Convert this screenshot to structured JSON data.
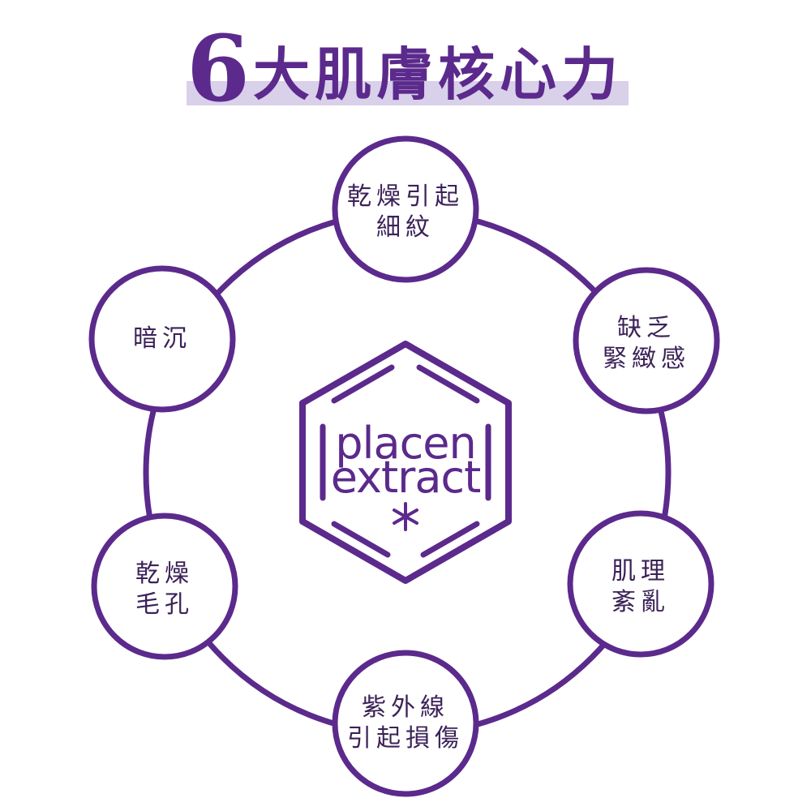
{
  "title": {
    "number": "6",
    "text": "大肌膚核心力"
  },
  "center": {
    "line1": "placen",
    "line2": "extract",
    "symbol": "*"
  },
  "nodes": [
    {
      "line1": "乾燥引起",
      "line2": "細紋"
    },
    {
      "line1": "缺乏",
      "line2": "緊緻感"
    },
    {
      "line1": "肌理",
      "line2": "紊亂"
    },
    {
      "line1": "紫外線",
      "line2": "引起損傷"
    },
    {
      "line1": "乾燥",
      "line2": "毛孔"
    },
    {
      "line1": "暗沉",
      "line2": ""
    }
  ],
  "colors": {
    "primary": "#5b2a8c",
    "highlight": "#d9d0ea",
    "text": "#3b2258"
  }
}
